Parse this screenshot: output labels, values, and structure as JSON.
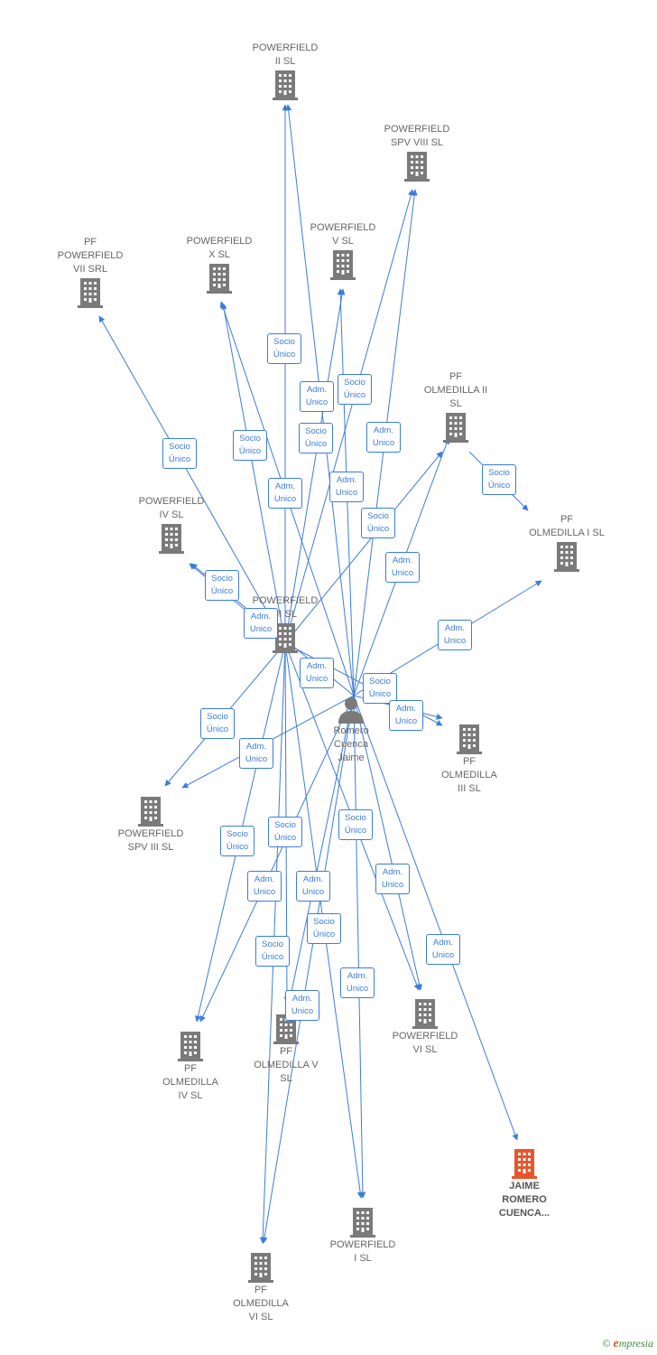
{
  "colors": {
    "edge": "#3b7dd8",
    "building": "#7a7a7a",
    "building_main": "#e8552c",
    "person": "#7a7a7a",
    "label": "#666666"
  },
  "nodes": {
    "pw2": {
      "label": "POWERFIELD\nII  SL",
      "icon": "building-icon"
    },
    "spv8": {
      "label": "POWERFIELD\nSPV VIII  SL",
      "icon": "building-icon"
    },
    "pw5": {
      "label": "POWERFIELD\nV  SL",
      "icon": "building-icon"
    },
    "pw10": {
      "label": "POWERFIELD\nX  SL",
      "icon": "building-icon"
    },
    "pf7": {
      "label": "PF\nPOWERFIELD\nVII SRL",
      "icon": "building-icon"
    },
    "olm2": {
      "label": "PF\nOLMEDILLA II\nSL",
      "icon": "building-icon"
    },
    "olm1": {
      "label": "PF\nOLMEDILLA I  SL",
      "icon": "building-icon"
    },
    "pw4": {
      "label": "POWERFIELD\nIV  SL",
      "icon": "building-icon"
    },
    "pw3": {
      "label": "POWERFIELD\nIII  SL",
      "icon": "building-icon"
    },
    "person": {
      "label": "Romero\nCuenca\nJaime",
      "icon": "person-icon"
    },
    "olm3": {
      "label": "PF\nOLMEDILLA\nIII  SL",
      "icon": "building-icon"
    },
    "spv3": {
      "label": "POWERFIELD\nSPV III  SL",
      "icon": "building-icon"
    },
    "olm4": {
      "label": "PF\nOLMEDILLA\nIV  SL",
      "icon": "building-icon"
    },
    "olm5": {
      "label": "PF\nOLMEDILLA V\nSL",
      "icon": "building-icon"
    },
    "pw6": {
      "label": "POWERFIELD\nVI  SL",
      "icon": "building-icon"
    },
    "main": {
      "label": "JAIME\nROMERO\nCUENCA...",
      "icon": "building-icon-highlighted"
    },
    "pw1": {
      "label": "POWERFIELD\nI  SL",
      "icon": "building-icon"
    },
    "olm6": {
      "label": "PF\nOLMEDILLA\nVI  SL",
      "icon": "building-icon"
    }
  },
  "relations": {
    "socio_unico": "Socio\nÚnico",
    "adm_unico": "Adm.\nUnico"
  },
  "footer": {
    "copyright": "©",
    "brand_e": "e",
    "brand_rest": "mpresia"
  }
}
